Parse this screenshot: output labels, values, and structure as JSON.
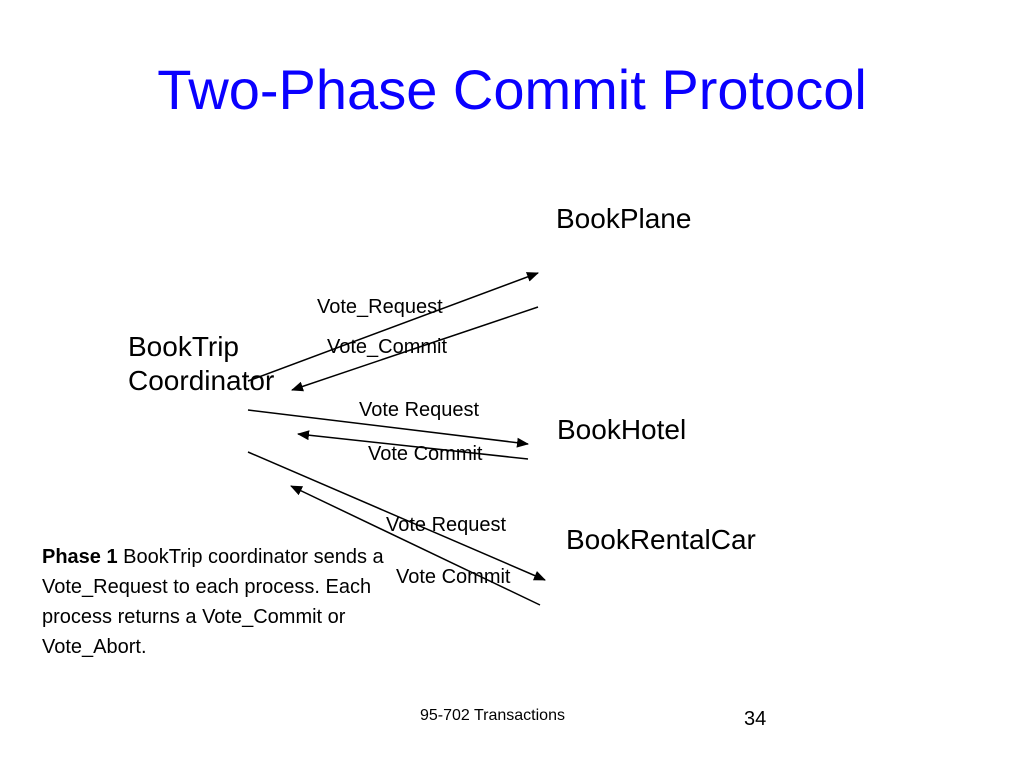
{
  "slide": {
    "title": "Two-Phase Commit Protocol",
    "footer": "95-702 Transactions",
    "page_number": "34",
    "title_color": "#0a00ff"
  },
  "nodes": {
    "coordinator_line1": "BookTrip",
    "coordinator_line2": "Coordinator",
    "plane": "BookPlane",
    "hotel": "BookHotel",
    "car": "BookRentalCar"
  },
  "messages": {
    "plane_request": "Vote_Request",
    "plane_commit": "Vote_Commit",
    "hotel_request": "Vote Request",
    "hotel_commit": "Vote Commit",
    "car_request": "Vote Request",
    "car_commit": "Vote Commit"
  },
  "note": {
    "bold_prefix": "Phase 1",
    "text": " BookTrip coordinator sends a Vote_Request to each process. Each process returns a Vote_Commit or Vote_Abort."
  }
}
